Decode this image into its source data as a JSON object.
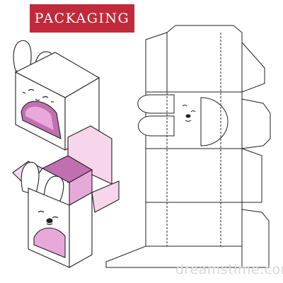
{
  "title": "PACKAGING",
  "colors": {
    "title_bg": "#c02a3a",
    "title_text": "#ffffff",
    "outline": "#222222",
    "pink_fill": "#f7d6ec",
    "purple_fill": "#c070b0",
    "purple_light": "#e7a9d9"
  },
  "watermark": "dreamstime.com",
  "icons": [
    "bunny-box-closed",
    "bunny-box-open",
    "dieline-template",
    "bunny-face-icon"
  ]
}
